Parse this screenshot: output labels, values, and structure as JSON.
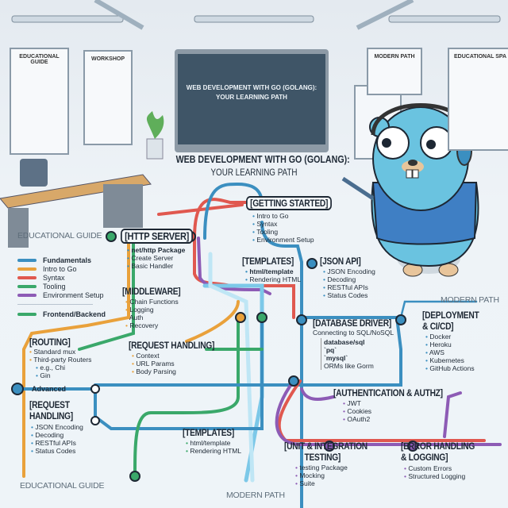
{
  "scene": {
    "posters": [
      "EDUCATIONAL GUIDE",
      "WORKSHOP",
      "MODERN PATH",
      "EDUCATIONAL SPA"
    ],
    "screen_title": [
      "WEB DEVELOPMENT WITH GO (GOLANG):",
      "YOUR LEARNING PATH"
    ]
  },
  "title": {
    "line1": "WEB DEVELOPMENT WITH GO (GOLANG):",
    "line2": "YOUR LEARNING PATH"
  },
  "labels": {
    "edu_top": "EDUCATIONAL GUIDE",
    "edu_bottom": "EDUCATIONAL GUIDE",
    "modern_right": "MODERN PATH",
    "modern_bottom": "MODERN PATH",
    "advanced": "Advanced"
  },
  "legend": [
    {
      "label": "Fundamentals",
      "color": "#3b8fc0"
    },
    {
      "label": "Intro to Go",
      "color": "#e9a13b"
    },
    {
      "label": "Syntax",
      "color": "#e0584f"
    },
    {
      "label": "Tooling",
      "color": "#3aa86a"
    },
    {
      "label": "Environment Setup",
      "color": "#8d5bb5"
    },
    {
      "label": "Frontend/Backend",
      "color": "#3aa86a"
    }
  ],
  "nodes": {
    "getting_started": {
      "title": "[GETTING STARTED]",
      "items": [
        "Intro to Go",
        "Syntax",
        "Tooling",
        "Environment Setup"
      ]
    },
    "http_server": {
      "title": "[HTTP SERVER]",
      "items": [
        "net/http Package",
        "Create Server",
        "Basic Handler"
      ]
    },
    "middleware": {
      "title": "[MIDDLEWARE]",
      "items": [
        "Chain Functions",
        "Logging",
        "Auth",
        "Recovery"
      ]
    },
    "routing": {
      "title": "[ROUTING]",
      "items": [
        "Standard mux",
        "Third-party Routers",
        "e.g., Chi",
        "Gin"
      ]
    },
    "request_handling": {
      "title": "[REQUEST HANDLING]",
      "items": [
        "Context",
        "URL Params",
        "Body Parsing"
      ]
    },
    "templates_top": {
      "title": "[TEMPLATES]",
      "items": [
        "html/template",
        "Rendering HTML"
      ]
    },
    "json_api": {
      "title": "[JSON API]",
      "items": [
        "JSON Encoding",
        "Decoding",
        "RESTful APIs",
        "Status Codes"
      ]
    },
    "database_driver": {
      "title": "[DATABASE DRIVER]",
      "subtitle": "Connecting to SQL/NoSQL",
      "items": [
        "database/sql",
        "`pq`",
        "`mysql`",
        "ORMs like Gorm"
      ]
    },
    "deployment": {
      "title": "[DEPLOYMENT",
      "title2": "& CI/CD]",
      "items": [
        "Docker",
        "Heroku",
        "AWS",
        "Kubernetes",
        "GitHub Actions"
      ]
    },
    "request_handling_adv": {
      "title": "[REQUEST",
      "title2": "HANDLING]",
      "items": [
        "JSON Encoding",
        "Decoding",
        "RESTful APIs",
        "Status Codes"
      ]
    },
    "templates_bottom": {
      "title": "[TEMPLATES]",
      "items": [
        "html/template",
        "Rendering HTML"
      ]
    },
    "auth": {
      "title": "[AUTHENTICATION & AUTHZ]",
      "items": [
        "JWT",
        "Cookies",
        "OAuth2"
      ]
    },
    "testing": {
      "title": "[UNIT & INTEGRATION",
      "title2": "TESTING]",
      "items": [
        "testing Package",
        "Mocking",
        "Suite"
      ]
    },
    "errors": {
      "title": "[ERROR HANDLING",
      "title2": "& LOGGING]",
      "items": [
        "Custom Errors",
        "Structured Logging"
      ]
    }
  },
  "colors": {
    "blue": "#3b8fc0",
    "light_blue": "#7cc8e8",
    "orange": "#e9a13b",
    "red": "#e0584f",
    "green": "#3aa86a",
    "purple": "#8d5bb5",
    "gopher": "#6ac3e0",
    "shirt": "#3f7fc4"
  }
}
